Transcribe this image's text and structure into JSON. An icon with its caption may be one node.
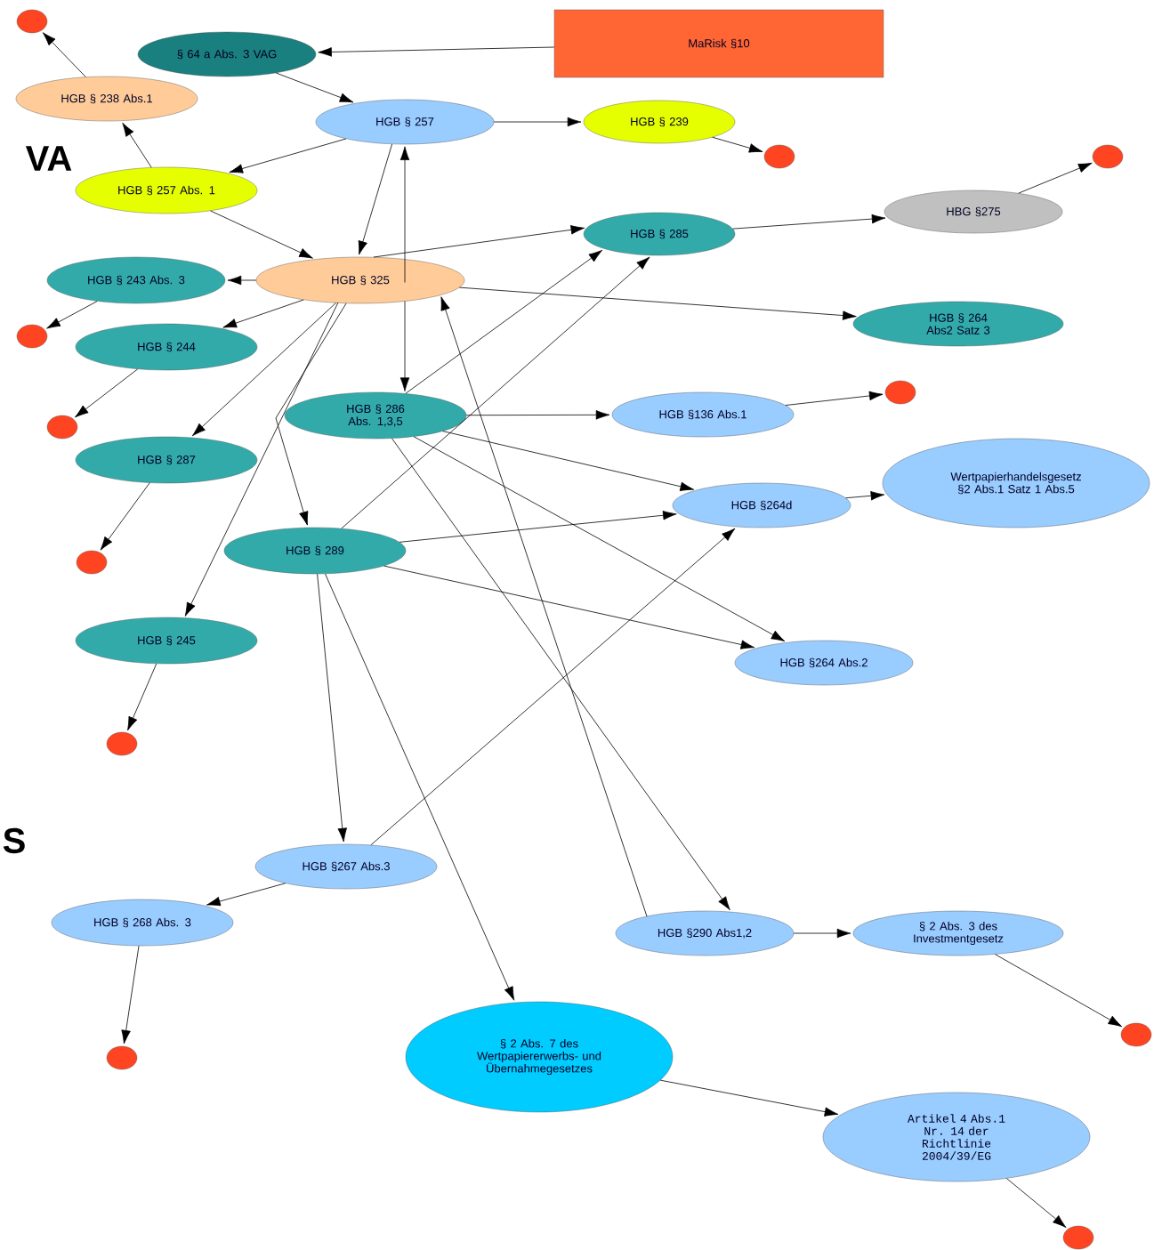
{
  "diagram": {
    "nodes": [
      {
        "text": [
          "MaRisk §10"
        ]
      },
      {
        "text": [
          "§ 64 a Abs. 3 VAG"
        ]
      },
      {
        "text": [
          "HGB § 238 Abs.1"
        ]
      },
      {
        "text": [
          "HGB § 257"
        ]
      },
      {
        "text": [
          "HGB § 239"
        ]
      },
      {
        "text": [
          "HGB § 257 Abs. 1"
        ]
      },
      {
        "text": [
          "HBG §275"
        ]
      },
      {
        "text": [
          "HGB § 285"
        ]
      },
      {
        "text": [
          "HGB § 243 Abs. 3"
        ]
      },
      {
        "text": [
          "HGB § 325"
        ]
      },
      {
        "text": [
          "HGB § 264 Abs2 Satz 3"
        ]
      },
      {
        "text": [
          "HGB § 244"
        ]
      },
      {
        "text": [
          "HGB § 286 Abs. 1,3,5"
        ]
      },
      {
        "text": [
          "HGB §136 Abs.1"
        ]
      },
      {
        "text": [
          "HGB § 287"
        ]
      },
      {
        "text": [
          "HGB §264d"
        ]
      },
      {
        "text": [
          "Wertpapierhandelsgesetz §2 Abs.1 Satz 1 Abs.5"
        ]
      },
      {
        "text": [
          "HGB § 289"
        ]
      },
      {
        "text": [
          "HGB § 245"
        ]
      },
      {
        "text": [
          "HGB §264 Abs.2"
        ]
      },
      {
        "text": [
          "HGB §267 Abs.3"
        ]
      },
      {
        "text": [
          "HGB § 268 Abs. 3"
        ]
      },
      {
        "text": [
          "HGB §290 Abs1,2"
        ]
      },
      {
        "text": [
          "§ 2 Abs. 3 des Investmentgesetz"
        ]
      },
      {
        "text": [
          "§ 2 Abs. 7 des Wertpapiererwerbs- und Übernahmegesetzes"
        ]
      },
      {
        "text": [
          "Artikel 4 Abs.1 Nr. 14 der Richtlinie 2004/39/EG"
        ]
      },
      {
        "text": [],
        "shape": "circle"
      },
      {
        "text": [],
        "shape": "circle"
      },
      {
        "text": [],
        "shape": "circle"
      },
      {
        "text": [],
        "shape": "circle"
      },
      {
        "text": [],
        "shape": "circle"
      },
      {
        "text": [],
        "shape": "circle"
      },
      {
        "text": [],
        "shape": "circle"
      },
      {
        "text": [],
        "shape": "circle"
      },
      {
        "text": [],
        "shape": "circle"
      },
      {
        "text": [],
        "shape": "circle"
      },
      {
        "text": [],
        "shape": "circle"
      }
    ],
    "edges": [
      {
        "from": 0,
        "to": 1,
        "arrow": "to"
      },
      {
        "from": 1,
        "to": 3,
        "arrow": "to"
      },
      {
        "from": 2,
        "to": 26,
        "arrow": "to"
      },
      {
        "from": 5,
        "to": 2,
        "arrow": "to"
      },
      {
        "from": 3,
        "to": 4,
        "arrow": "to"
      },
      {
        "from": 4,
        "to": 27,
        "arrow": "to"
      },
      {
        "from": 3,
        "to": 5,
        "arrow": "to"
      },
      {
        "from": 3,
        "to": 9,
        "arrow": "to"
      },
      {
        "from": 9,
        "to": 3,
        "arrow": "to"
      },
      {
        "from": 9,
        "to": 12,
        "arrow": "to"
      },
      {
        "from": 5,
        "to": 9,
        "arrow": "to"
      },
      {
        "from": 9,
        "to": 8,
        "arrow": "to"
      },
      {
        "from": 8,
        "to": 29,
        "arrow": "to"
      },
      {
        "from": 9,
        "to": 7,
        "arrow": "to"
      },
      {
        "from": 9,
        "to": 10,
        "arrow": "to"
      },
      {
        "from": 9,
        "to": 11,
        "arrow": "to"
      },
      {
        "from": 11,
        "to": 31,
        "arrow": "to"
      },
      {
        "from": 9,
        "to": 14,
        "arrow": "to"
      },
      {
        "from": 14,
        "to": 32,
        "arrow": "to"
      },
      {
        "from": 9,
        "to": 18,
        "arrow": "to"
      },
      {
        "from": 18,
        "to": 33,
        "arrow": "to"
      },
      {
        "from": 9,
        "to": 17,
        "arrow": "to"
      },
      {
        "from": 7,
        "to": 6,
        "arrow": "to"
      },
      {
        "from": 6,
        "to": 28,
        "arrow": "to"
      },
      {
        "from": 12,
        "to": 7,
        "arrow": "to"
      },
      {
        "from": 17,
        "to": 7,
        "arrow": "to"
      },
      {
        "from": 12,
        "to": 13,
        "arrow": "to"
      },
      {
        "from": 13,
        "to": 30,
        "arrow": "to"
      },
      {
        "from": 12,
        "to": 15,
        "arrow": "to"
      },
      {
        "from": 12,
        "to": 19,
        "arrow": "to"
      },
      {
        "from": 12,
        "to": 22,
        "arrow": "to"
      },
      {
        "from": 22,
        "to": 9,
        "arrow": "to"
      },
      {
        "from": 15,
        "to": 16,
        "arrow": "to"
      },
      {
        "from": 17,
        "to": 15,
        "arrow": "to"
      },
      {
        "from": 17,
        "to": 19,
        "arrow": "to"
      },
      {
        "from": 17,
        "to": 20,
        "arrow": "to"
      },
      {
        "from": 17,
        "to": 24,
        "arrow": "to"
      },
      {
        "from": 20,
        "to": 15,
        "arrow": "to"
      },
      {
        "from": 20,
        "to": 21,
        "arrow": "to"
      },
      {
        "from": 21,
        "to": 35,
        "arrow": "to"
      },
      {
        "from": 22,
        "to": 23,
        "arrow": "to"
      },
      {
        "from": 23,
        "to": 34,
        "arrow": "to"
      },
      {
        "from": 24,
        "to": 25,
        "arrow": "to"
      },
      {
        "from": 25,
        "to": 36,
        "arrow": "to"
      }
    ],
    "labels": [
      "VA",
      "S"
    ]
  }
}
